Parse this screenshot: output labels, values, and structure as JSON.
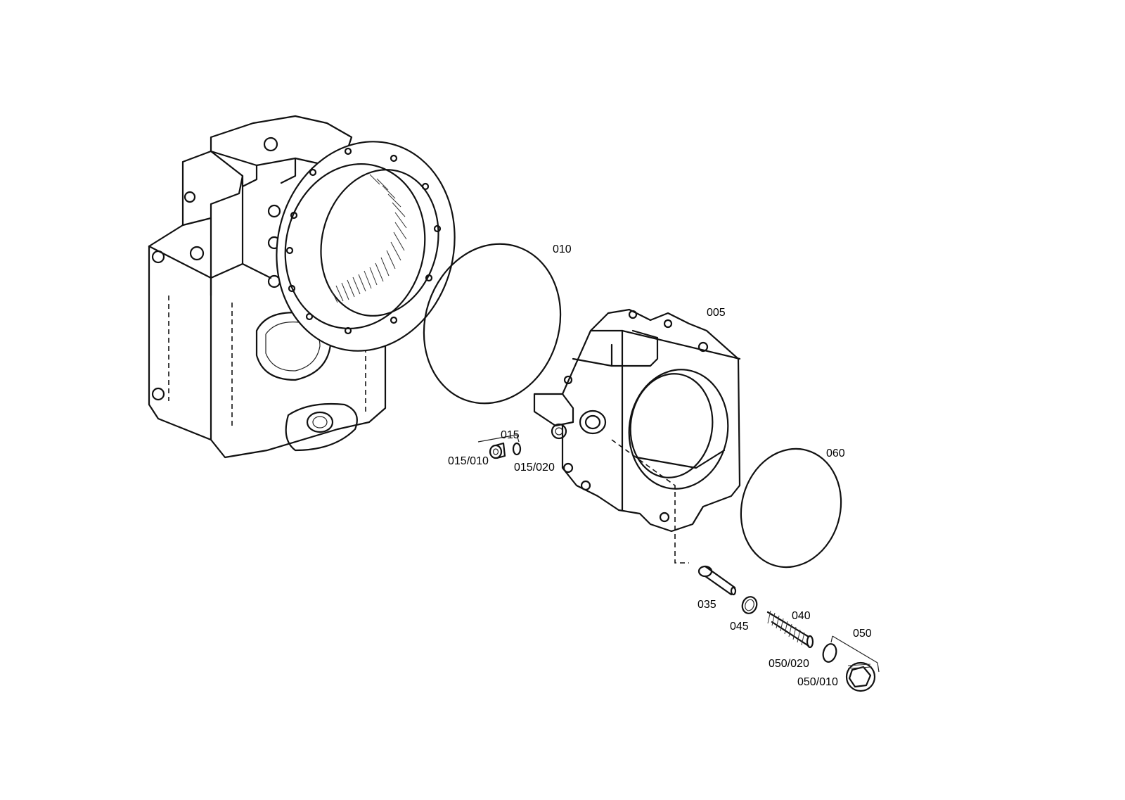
{
  "diagram": {
    "labels": {
      "p010": "010",
      "p005": "005",
      "p015": "015",
      "p015_010": "015/010",
      "p015_020": "015/020",
      "p060": "060",
      "p035": "035",
      "p045": "045",
      "p040": "040",
      "p050": "050",
      "p050_020": "050/020",
      "p050_010": "050/010"
    },
    "line_color": "#111111",
    "background": "#ffffff"
  }
}
